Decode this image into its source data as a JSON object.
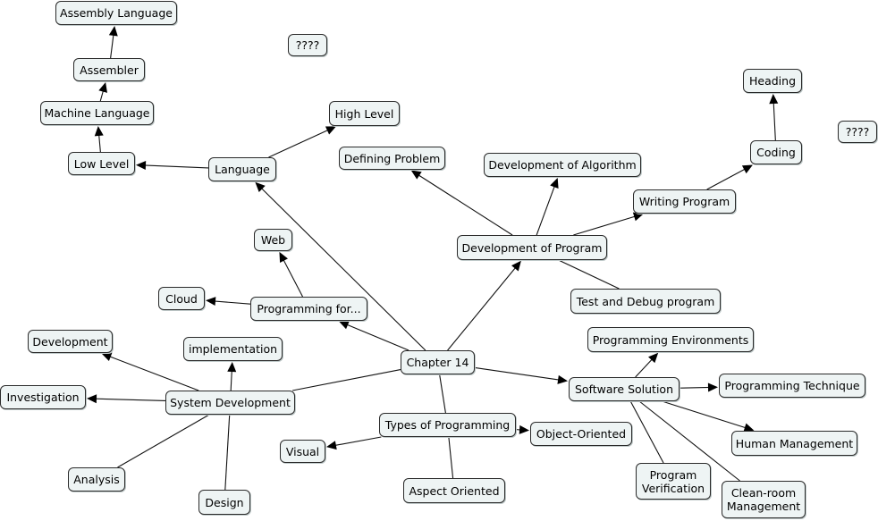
{
  "nodes": {
    "assembly_language": "Assembly Language",
    "assembler": "Assembler",
    "machine_language": "Machine Language",
    "low_level": "Low Level",
    "language": "Language",
    "high_level": "High Level",
    "q1": "????",
    "q2": "????",
    "heading": "Heading",
    "coding": "Coding",
    "writing_program": "Writing Program",
    "development_of_algorithm": "Development of Algorithm",
    "defining_problem": "Defining Problem",
    "development_of_program": "Development of Program",
    "test_and_debug": "Test and Debug program",
    "web": "Web",
    "cloud": "Cloud",
    "programming_for": "Programming for...",
    "development": "Development",
    "implementation": "implementation",
    "investigation": "Investigation",
    "system_development": "System Development",
    "chapter14": "Chapter 14",
    "programming_environments": "Programming Environments",
    "software_solution": "Software Solution",
    "programming_technique": "Programming Technique",
    "types_of_programming": "Types of Programming",
    "object_oriented": "Object-Oriented",
    "visual": "Visual",
    "human_management": "Human Management",
    "analysis": "Analysis",
    "aspect_oriented": "Aspect Oriented",
    "program_verification": "Program\nVerification",
    "cleanroom_management": "Clean-room\nManagement",
    "design": "Design"
  },
  "edges": [
    [
      "chapter14",
      "language",
      "arrow"
    ],
    [
      "language",
      "high_level",
      "arrow"
    ],
    [
      "language",
      "low_level",
      "arrow"
    ],
    [
      "low_level",
      "machine_language",
      "arrow"
    ],
    [
      "machine_language",
      "assembler",
      "arrow"
    ],
    [
      "assembler",
      "assembly_language",
      "arrow"
    ],
    [
      "chapter14",
      "development_of_program",
      "arrow"
    ],
    [
      "development_of_program",
      "defining_problem",
      "arrow"
    ],
    [
      "development_of_program",
      "development_of_algorithm",
      "arrow"
    ],
    [
      "development_of_program",
      "writing_program",
      "arrow"
    ],
    [
      "writing_program",
      "coding",
      "arrow"
    ],
    [
      "coding",
      "heading",
      "arrow"
    ],
    [
      "development_of_program",
      "test_and_debug",
      "line"
    ],
    [
      "chapter14",
      "programming_for",
      "arrow"
    ],
    [
      "programming_for",
      "web",
      "arrow"
    ],
    [
      "programming_for",
      "cloud",
      "arrow"
    ],
    [
      "chapter14",
      "system_development",
      "line"
    ],
    [
      "system_development",
      "development",
      "arrow"
    ],
    [
      "system_development",
      "implementation",
      "arrow"
    ],
    [
      "system_development",
      "investigation",
      "arrow"
    ],
    [
      "system_development",
      "analysis",
      "line"
    ],
    [
      "system_development",
      "design",
      "line"
    ],
    [
      "chapter14",
      "software_solution",
      "arrow"
    ],
    [
      "software_solution",
      "programming_environments",
      "arrow"
    ],
    [
      "software_solution",
      "programming_technique",
      "arrow"
    ],
    [
      "software_solution",
      "human_management",
      "arrow"
    ],
    [
      "software_solution",
      "program_verification",
      "line"
    ],
    [
      "software_solution",
      "cleanroom_management",
      "line"
    ],
    [
      "chapter14",
      "types_of_programming",
      "line"
    ],
    [
      "types_of_programming",
      "object_oriented",
      "arrow"
    ],
    [
      "types_of_programming",
      "visual",
      "arrow"
    ],
    [
      "types_of_programming",
      "aspect_oriented",
      "line"
    ]
  ]
}
